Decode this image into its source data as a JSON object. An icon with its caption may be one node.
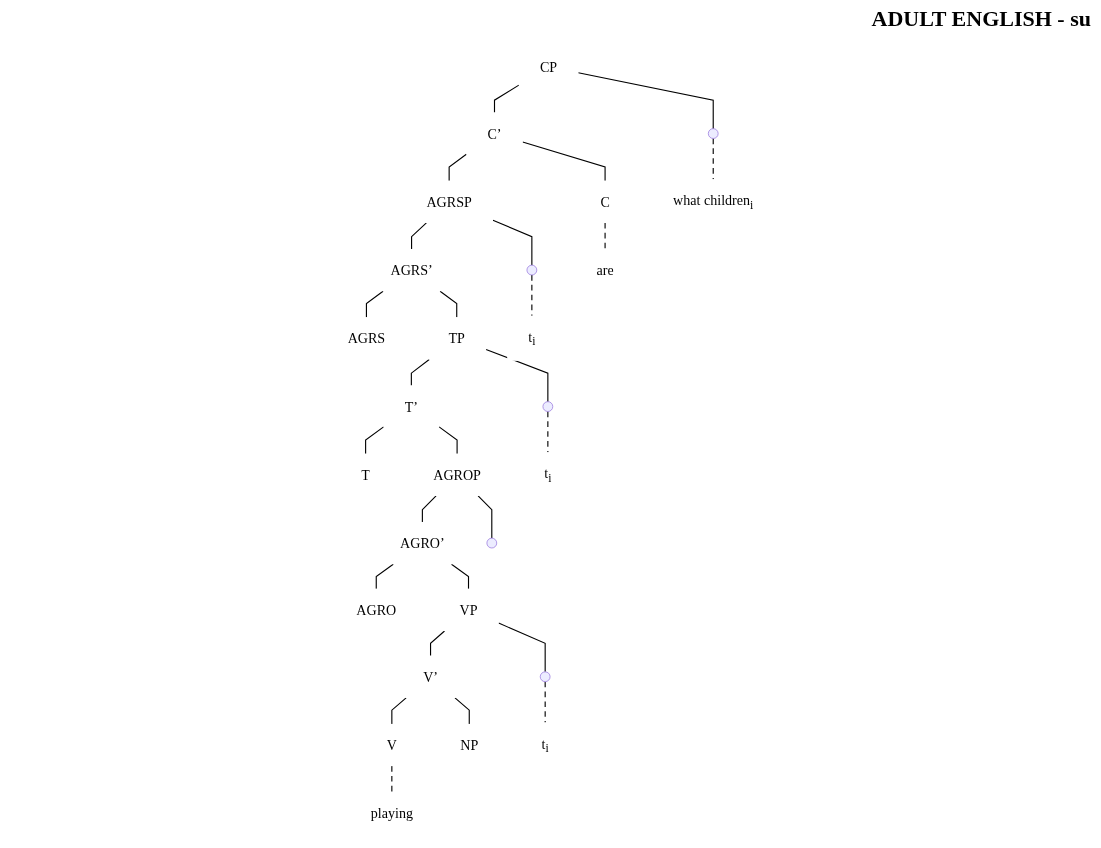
{
  "diagram": {
    "title": "ADULT ENGLISH - su",
    "nodes": [
      {
        "text": [
          "CP"
        ]
      },
      {
        "text": [
          "C’"
        ]
      },
      {
        "text": [],
        "shape": "circle"
      },
      {
        "text": [
          "C"
        ]
      },
      {
        "text": [
          "AGRSP"
        ]
      },
      {
        "text": [
          "AGRS’"
        ]
      },
      {
        "text": [],
        "shape": "circle"
      },
      {
        "text": [
          "AGRS"
        ]
      },
      {
        "text": [
          "TP"
        ]
      },
      {
        "text": [
          "T’"
        ]
      },
      {
        "text": [],
        "shape": "circle"
      },
      {
        "text": [
          "T"
        ]
      },
      {
        "text": [
          "AGROP"
        ]
      },
      {
        "text": [
          "AGRO’"
        ]
      },
      {
        "text": [],
        "shape": "circle"
      },
      {
        "text": [
          "AGRO"
        ]
      },
      {
        "text": [
          "VP"
        ]
      },
      {
        "text": [
          "V’"
        ]
      },
      {
        "text": [],
        "shape": "circle"
      },
      {
        "text": [
          "V"
        ]
      },
      {
        "text": [
          "NP"
        ]
      },
      {
        "text": [
          "what children$_{i}$"
        ]
      },
      {
        "text": [
          "are"
        ]
      },
      {
        "text": [
          "t$_{i}$"
        ]
      },
      {
        "text": [
          "t$_{i}$"
        ]
      },
      {
        "text": [
          "t$_{i}$"
        ]
      },
      {
        "text": [
          "playing"
        ]
      }
    ],
    "edges": [
      {
        "from": 0,
        "to": 2,
        "arrow": "none"
      },
      {
        "from": 0,
        "to": 1,
        "arrow": "none"
      },
      {
        "from": 1,
        "to": 3,
        "arrow": "none"
      },
      {
        "from": 1,
        "to": 4,
        "arrow": "none"
      },
      {
        "from": 4,
        "to": 6,
        "arrow": "none"
      },
      {
        "from": 4,
        "to": 5,
        "arrow": "none"
      },
      {
        "from": 5,
        "to": 7,
        "arrow": "none"
      },
      {
        "from": 5,
        "to": 8,
        "arrow": "none"
      },
      {
        "from": 8,
        "to": 10,
        "arrow": "none"
      },
      {
        "from": 8,
        "to": 9,
        "arrow": "none"
      },
      {
        "from": 9,
        "to": 11,
        "arrow": "none"
      },
      {
        "from": 9,
        "to": 12,
        "arrow": "none"
      },
      {
        "from": 12,
        "to": 14,
        "arrow": "none"
      },
      {
        "from": 12,
        "to": 13,
        "arrow": "none"
      },
      {
        "from": 13,
        "to": 15,
        "arrow": "none"
      },
      {
        "from": 13,
        "to": 16,
        "arrow": "none"
      },
      {
        "from": 16,
        "to": 18,
        "arrow": "none"
      },
      {
        "from": 16,
        "to": 17,
        "arrow": "none"
      },
      {
        "from": 17,
        "to": 19,
        "arrow": "none"
      },
      {
        "from": 17,
        "to": 20,
        "arrow": "none"
      },
      {
        "from": 2,
        "to": 21,
        "arrow": "none",
        "style": "dashed"
      },
      {
        "from": 3,
        "to": 22,
        "arrow": "none",
        "style": "dashed"
      },
      {
        "from": 6,
        "to": 23,
        "arrow": "none",
        "style": "dashed"
      },
      {
        "from": 10,
        "to": 24,
        "arrow": "none",
        "style": "dashed"
      },
      {
        "from": 18,
        "to": 25,
        "arrow": "none",
        "style": "dashed"
      },
      {
        "from": 19,
        "to": 26,
        "arrow": "none",
        "style": "dashed"
      }
    ]
  }
}
